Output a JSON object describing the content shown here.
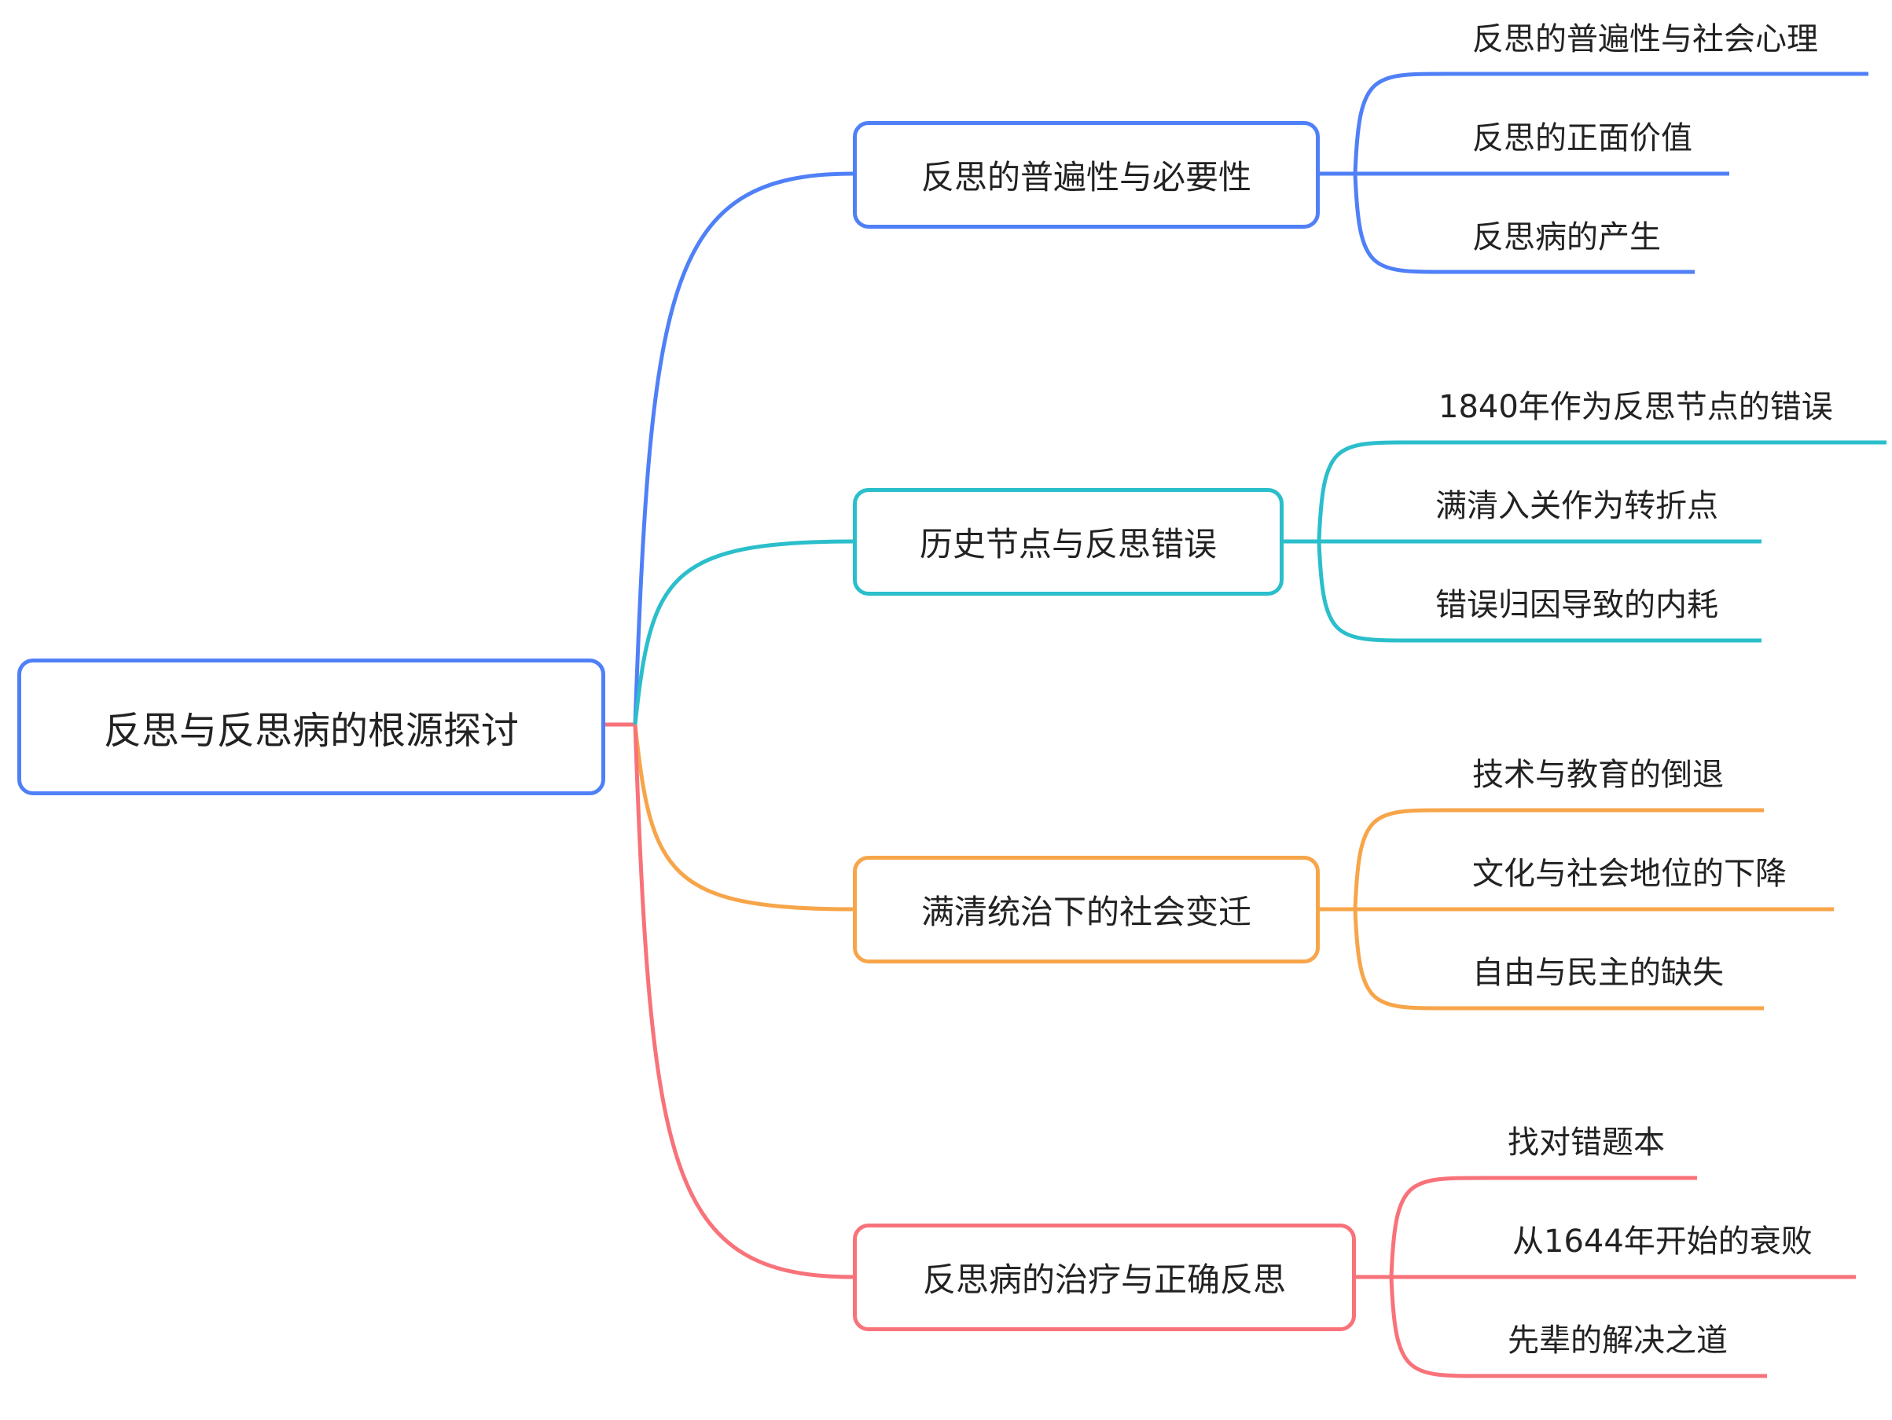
{
  "root": {
    "label": "反思与反思病的根源探讨",
    "color": "#4F80F7"
  },
  "branches": [
    {
      "label": "反思的普遍性与必要性",
      "color": "#4F80F7",
      "children": [
        "反思的普遍性与社会心理",
        "反思的正面价值",
        "反思病的产生"
      ]
    },
    {
      "label": "历史节点与反思错误",
      "color": "#2BBECB",
      "children": [
        "1840年作为反思节点的错误",
        "满清入关作为转折点",
        "错误归因导致的内耗"
      ]
    },
    {
      "label": "满清统治下的社会变迁",
      "color": "#F7A54A",
      "children": [
        "技术与教育的倒退",
        "文化与社会地位的下降",
        "自由与民主的缺失"
      ]
    },
    {
      "label": "反思病的治疗与正确反思",
      "color": "#F8727A",
      "children": [
        "找对错题本",
        "从1644年开始的衰败",
        "先辈的解决之道"
      ]
    }
  ]
}
